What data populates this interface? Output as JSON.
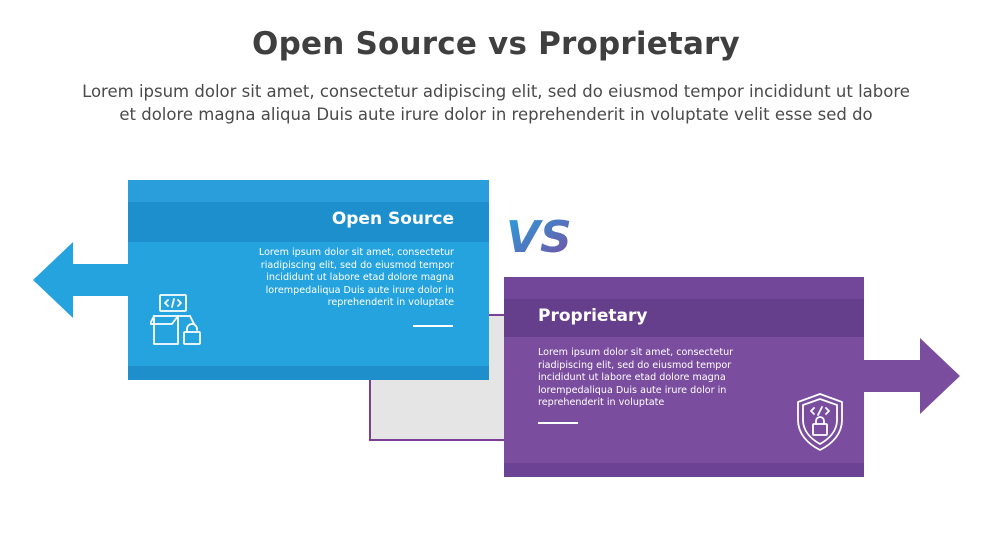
{
  "header": {
    "title": "Open Source vs Proprietary",
    "subtitle_lines": [
      "Lorem ipsum dolor sit amet, consectetur adipiscing elit, sed do eiusmod tempor incididunt ut labore",
      "et dolore magna aliqua Duis aute irure dolor in reprehenderit in voluptate velit esse sed do"
    ]
  },
  "vs_label": "VS",
  "left_card": {
    "title": "Open Source",
    "body_lines": [
      "Lorem ipsum dolor sit amet, consectetur",
      "riadipiscing elit, sed do eiusmod tempor",
      "incididunt ut labore etad dolore magna",
      "lorempedaliqua Duis aute irure dolor in",
      "reprehenderit in voluptate"
    ],
    "icon": "code-box-lock-icon",
    "arrow_direction": "left",
    "color": "#25a3df"
  },
  "right_card": {
    "title": "Proprietary",
    "body_lines": [
      "Lorem ipsum dolor sit amet, consectetur",
      "riadipiscing elit, sed do eiusmod tempor",
      "incididunt ut labore etad dolore magna",
      "lorempedaliqua Duis aute irure dolor in",
      "reprehenderit in voluptate"
    ],
    "icon": "code-shield-lock-icon",
    "arrow_direction": "right",
    "color": "#7a4d9f"
  },
  "colors": {
    "blue": "#25a3df",
    "purple": "#7a4d9f",
    "connector": "#e5e5e5",
    "title_text": "#3f3f3f"
  }
}
